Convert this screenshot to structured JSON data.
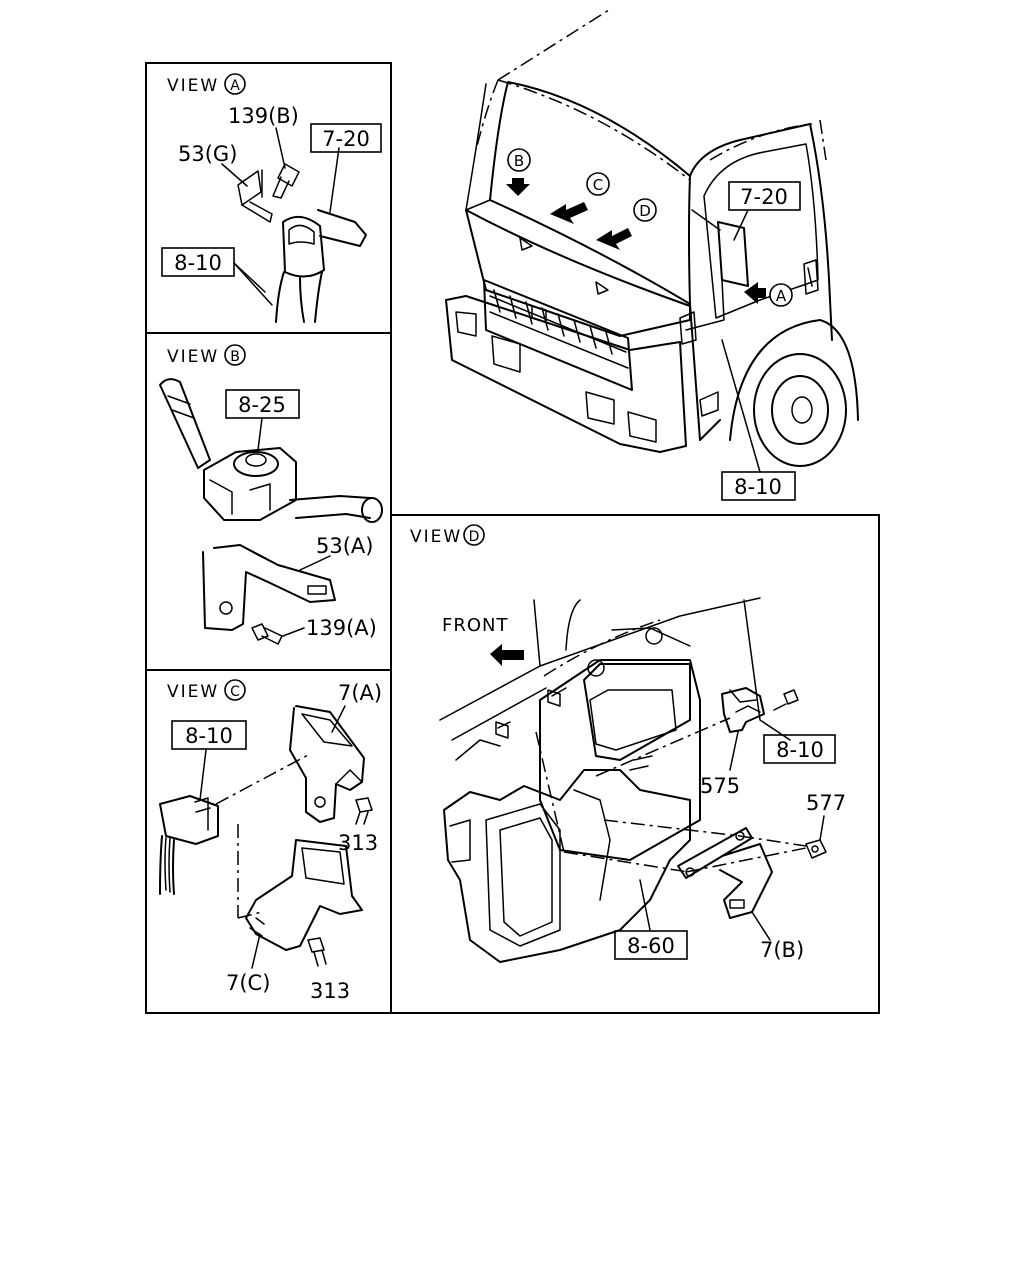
{
  "views": {
    "a": {
      "title": "VIEW",
      "letter": "A"
    },
    "b": {
      "title": "VIEW",
      "letter": "B"
    },
    "c": {
      "title": "VIEW",
      "letter": "C"
    },
    "d": {
      "title": "VIEW",
      "letter": "D"
    }
  },
  "view_a": {
    "bolt": "139(B)",
    "bracket": "53(G)",
    "ref_720": "7-20",
    "ref_810": "8-10"
  },
  "view_b": {
    "ref_825": "8-25",
    "bracket": "53(A)",
    "bolt": "139(A)"
  },
  "view_c": {
    "ref_810": "8-10",
    "bracket_a": "7(A)",
    "bolt_upper": "313",
    "bracket_c": "7(C)",
    "bolt_lower": "313"
  },
  "view_d": {
    "front_label": "FRONT",
    "ref_810": "8-10",
    "part_575": "575",
    "part_577": "577",
    "ref_860": "8-60",
    "bracket_b": "7(B)"
  },
  "truck": {
    "arrow_b": "B",
    "arrow_c": "C",
    "arrow_d": "D",
    "arrow_a": "A",
    "ref_720": "7-20",
    "ref_810": "8-10"
  }
}
